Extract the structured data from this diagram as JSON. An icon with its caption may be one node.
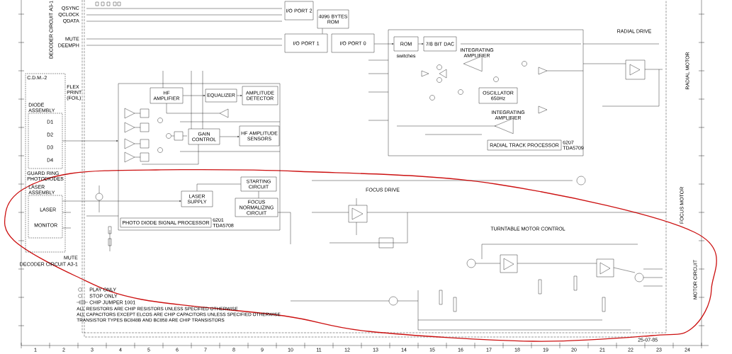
{
  "diagram": {
    "nodes": [
      {
        "text": [
          "I/O PORT 2"
        ]
      },
      {
        "text": [
          "4096 BYTES ROM"
        ]
      },
      {
        "text": [
          "I/O PORT 1"
        ]
      },
      {
        "text": [
          "I/O PORT 0"
        ]
      },
      {
        "text": [
          "ROM"
        ],
        "beside": [
          "switches"
        ],
        "in": 6
      },
      {
        "text": [
          "7/8 BIT DAC"
        ],
        "in": 6
      },
      {
        "text": [
          "RADIAL TRACK PROCESSOR"
        ],
        "beside": [
          "6207 TDA5709"
        ]
      },
      {
        "text": [
          "INTEGRATING AMPLIFIER"
        ],
        "in": 6
      },
      {
        "text": [
          "OSCILLATOR 650Hz"
        ],
        "in": 6
      },
      {
        "text": [
          "INTEGRATING AMPLIFIER"
        ],
        "in": 6
      },
      {
        "text": [
          "C.D.M.-2"
        ]
      },
      {
        "text": [
          "DIODE ASSEMBLY"
        ],
        "in": 10
      },
      {
        "text": [
          "LASER ASSEMBLY"
        ],
        "in": 10
      },
      {
        "text": [
          "PHOTO DIODE SIGNAL PROCESSOR"
        ],
        "beside": [
          "6201 TDA5708"
        ]
      },
      {
        "text": [
          "HF AMPLIFIER"
        ],
        "in": 13
      },
      {
        "text": [
          "EQUALIZER"
        ],
        "in": 13
      },
      {
        "text": [
          "AMPLITUDE DETECTOR"
        ],
        "in": 13
      },
      {
        "text": [
          "GAIN CONTROL"
        ],
        "in": 13
      },
      {
        "text": [
          "HF AMPLITUDE SENSORS"
        ],
        "in": 13
      },
      {
        "text": [
          "LASER SUPPLY"
        ],
        "in": 13
      },
      {
        "text": [
          "STARTING CIRCUIT"
        ],
        "in": 13
      },
      {
        "text": [
          "FOCUS NORMALIZING CIRCUIT"
        ],
        "in": 13
      }
    ],
    "edges": [
      {
        "from": 3,
        "to": 4,
        "arrow": "to"
      },
      {
        "from": 4,
        "to": 5,
        "arrow": "to"
      },
      {
        "from": 14,
        "to": 15,
        "arrow": "to"
      },
      {
        "from": 15,
        "to": 16,
        "arrow": "to"
      },
      {
        "from": 17,
        "to": 18,
        "arrow": "to"
      },
      {
        "from": 11,
        "to": 13,
        "arrow": "to"
      },
      {
        "from": 12,
        "to": 19,
        "arrow": "to"
      },
      {
        "from": 20,
        "to": 19,
        "arrow": "none"
      },
      {
        "from": 20,
        "to": 21,
        "arrow": "none"
      },
      {
        "from": 1,
        "to": 2,
        "arrow": "none"
      }
    ],
    "labels": [
      "QSYNC",
      "QCLOCK",
      "QDATA",
      "MUTE",
      "DEEMPH",
      "DECODER CIRCUIT A3-1",
      "FLEX PRINT (FOIL)",
      "D1",
      "D2",
      "D3",
      "D4",
      "GUARD RING PHOTODIODES",
      "LASER",
      "MONITOR",
      "MUTE",
      "DECODER CIRCUIT A3-1",
      "FOCUS DRIVE",
      "TURNTABLE MOTOR CONTROL",
      "RADIAL DRIVE",
      "RADIAL MOTOR",
      "FOCUS MOTOR",
      "MOTOR CIRCUIT",
      "PLAY ONLY",
      "STOP ONLY",
      "CHIP JUMPER 1001",
      "ALL RESISTORS ARE CHIP RESISTORS UNLESS SPECIFIED OTHERWISE",
      "ALL CAPACITORS EXCEPT ELCOS ARE CHIP CAPACITORS UNLESS SPECIFIED OTHERWISE",
      "TRANSISTOR TYPES BC848B AND BC858 ARE CHIP TRANSISTORS",
      "25-07-85",
      "1",
      "2",
      "3",
      "4",
      "5",
      "6",
      "7",
      "8",
      "9",
      "10",
      "11",
      "12",
      "13",
      "14",
      "15",
      "16",
      "17",
      "18",
      "19",
      "20",
      "21",
      "22",
      "23",
      "24"
    ]
  }
}
